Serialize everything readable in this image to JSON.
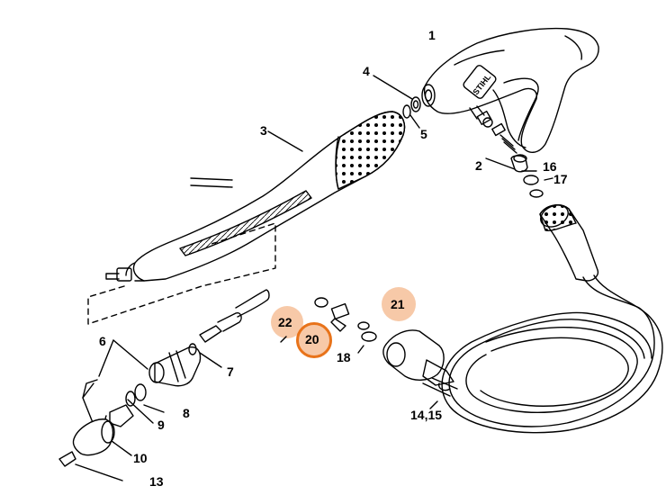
{
  "diagram": {
    "brand_mark": "STIHL",
    "colors": {
      "highlight_fill": "#f7c9a8",
      "highlight_ring": "#e8731a",
      "line": "#000000"
    },
    "labels": {
      "l1": "1",
      "l2": "2",
      "l3": "3",
      "l4": "4",
      "l5": "5",
      "l6": "6",
      "l7": "7",
      "l8": "8",
      "l9": "9",
      "l10": "10",
      "l13": "13",
      "l1415": "14,15",
      "l16": "16",
      "l17": "17",
      "l18": "18",
      "l20": "20",
      "l21": "21",
      "l22": "22"
    },
    "highlighted_items": [
      "20",
      "21",
      "22"
    ]
  }
}
